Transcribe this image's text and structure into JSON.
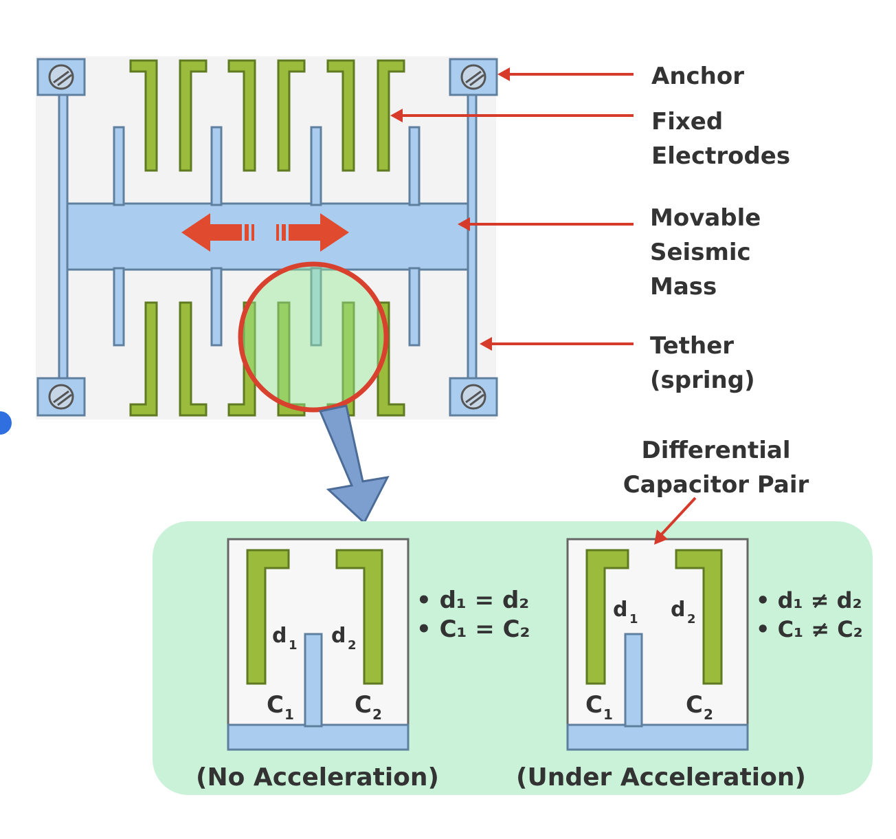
{
  "labels": {
    "anchor": "Anchor",
    "fixed_1": "Fixed",
    "fixed_2": "Electrodes",
    "movable_1": "Movable",
    "movable_2": "Seismic",
    "movable_3": "Mass",
    "tether_1": "Tether",
    "tether_2": "(spring)",
    "diff_1": "Differential",
    "diff_2": "Capacitor Pair"
  },
  "panels": {
    "left": {
      "caption": "(No Acceleration)",
      "eq1": "• d₁ = d₂",
      "eq2": "• C₁ = C₂",
      "d1": "d",
      "d2": "d",
      "c1": "C",
      "c2": "C",
      "s1": "1",
      "s2": "2"
    },
    "right": {
      "caption": "(Under Acceleration)",
      "eq1": "• d₁ ≠ d₂",
      "eq2": "• C₁ ≠ C₂",
      "d1": "d",
      "d2": "d",
      "c1": "C",
      "c2": "C",
      "s1": "1",
      "s2": "2"
    }
  },
  "colors": {
    "mass_blue": "#a9ccef",
    "electrode_green": "#9bbb3c",
    "annotation_red": "#d63a2a",
    "panel_bg": "#c9f2d8"
  }
}
